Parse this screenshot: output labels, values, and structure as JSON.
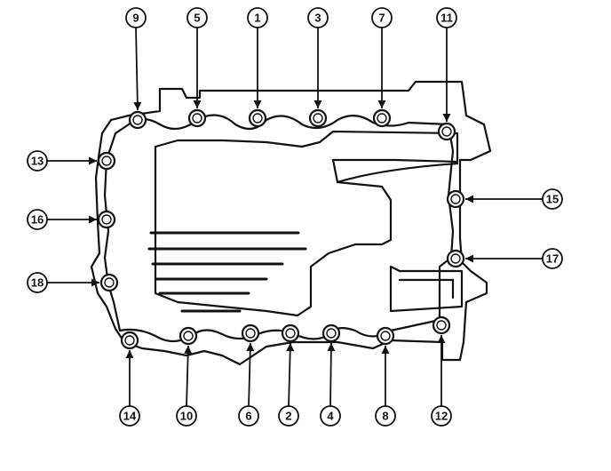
{
  "colors": {
    "line": "#111111",
    "background": "#ffffff"
  },
  "callouts": [
    {
      "number": "9",
      "side": "top"
    },
    {
      "number": "5",
      "side": "top"
    },
    {
      "number": "1",
      "side": "top"
    },
    {
      "number": "3",
      "side": "top"
    },
    {
      "number": "7",
      "side": "top"
    },
    {
      "number": "11",
      "side": "top"
    },
    {
      "number": "13",
      "side": "left"
    },
    {
      "number": "16",
      "side": "left"
    },
    {
      "number": "18",
      "side": "left"
    },
    {
      "number": "15",
      "side": "right"
    },
    {
      "number": "17",
      "side": "right"
    },
    {
      "number": "14",
      "side": "bottom"
    },
    {
      "number": "10",
      "side": "bottom"
    },
    {
      "number": "6",
      "side": "bottom"
    },
    {
      "number": "2",
      "side": "bottom"
    },
    {
      "number": "4",
      "side": "bottom"
    },
    {
      "number": "8",
      "side": "bottom"
    },
    {
      "number": "12",
      "side": "bottom"
    }
  ]
}
